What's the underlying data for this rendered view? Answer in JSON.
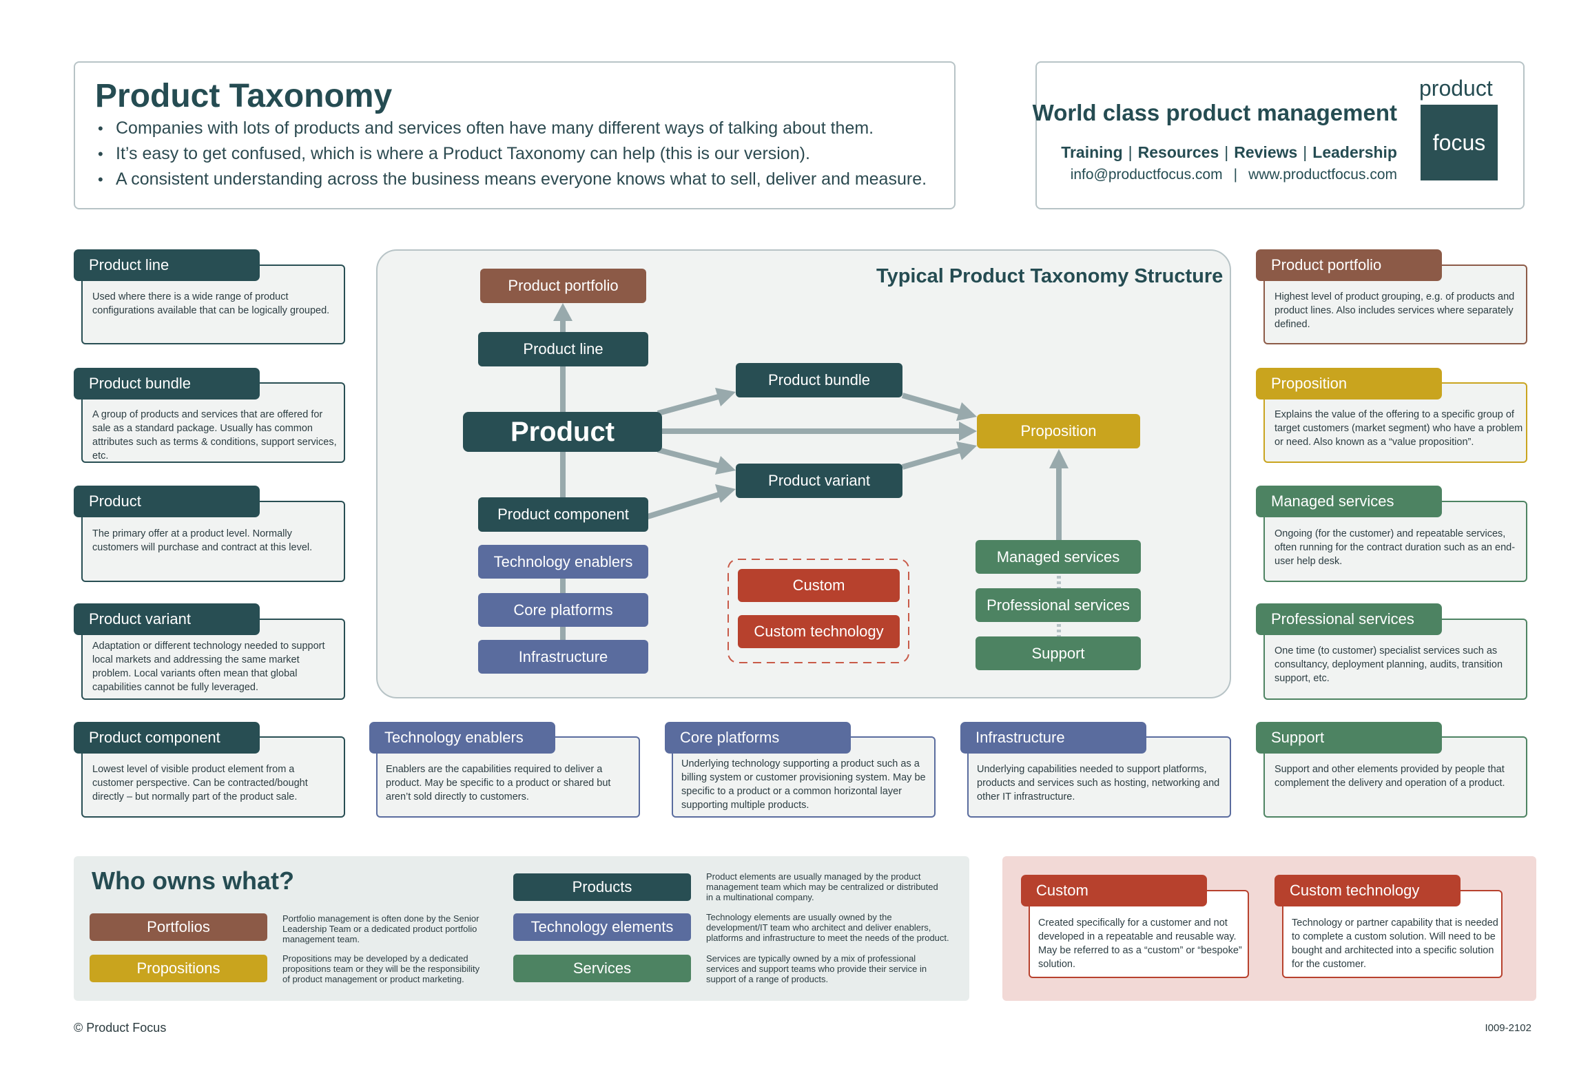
{
  "header": {
    "title": "Product Taxonomy",
    "bullets": [
      "Companies with lots of products and services often have many different ways of talking about them.",
      "It’s easy to get confused, which is where a Product Taxonomy can help (this is our version).",
      "A consistent understanding across the business means everyone knows what to sell, deliver and measure."
    ]
  },
  "brand": {
    "tagline": "World class product management",
    "links": [
      "Training",
      "Resources",
      "Reviews",
      "Leadership"
    ],
    "email": "info@productfocus.com",
    "website": "www.productfocus.com",
    "logo_top": "product",
    "logo_bottom": "focus"
  },
  "colors": {
    "dark_teal": "#284e53",
    "brown": "#8c5a47",
    "mustard": "#c9a41e",
    "green": "#4d8362",
    "blue": "#5a6c9e",
    "red": "#b7412d"
  },
  "definitions": {
    "product_line": {
      "title": "Product line",
      "text": "Used where there is a wide range of product configurations available that can be logically grouped."
    },
    "product_bundle": {
      "title": "Product bundle",
      "text": "A group of products and services that are offered for sale as a standard package. Usually has common attributes such as terms & conditions, support services, etc."
    },
    "product": {
      "title": "Product",
      "text": "The primary offer at a product level. Normally customers will purchase and contract at this level."
    },
    "product_variant": {
      "title": "Product variant",
      "text": "Adaptation or different technology needed to support local markets and addressing the same market problem. Local variants often mean that global capabilities cannot be fully leveraged."
    },
    "product_component": {
      "title": "Product component",
      "text": "Lowest level of visible product element from a customer perspective. Can be contracted/bought directly – but normally part of the product sale."
    },
    "technology_enablers": {
      "title": "Technology enablers",
      "text": "Enablers are the capabilities required to deliver a product. May be specific to a product or shared but aren’t sold directly to customers."
    },
    "core_platforms": {
      "title": "Core platforms",
      "text": "Underlying technology supporting a product such as a billing system or customer provisioning system. May be specific to a product or a common horizontal layer supporting multiple products."
    },
    "infrastructure": {
      "title": "Infrastructure",
      "text": "Underlying capabilities needed to support platforms, products and services such as hosting, networking and other IT infrastructure."
    },
    "product_portfolio": {
      "title": "Product portfolio",
      "text": "Highest level of product grouping, e.g. of products and product lines. Also includes services where separately defined."
    },
    "proposition": {
      "title": "Proposition",
      "text": "Explains the value of the offering to a specific group of target customers (market segment) who have a problem or need. Also known as a “value proposition”."
    },
    "managed_services": {
      "title": "Managed services",
      "text": "Ongoing (for the customer) and repeatable services, often running for the contract duration such as an end-user help desk."
    },
    "professional_services": {
      "title": "Professional services",
      "text": "One time (to customer) specialist services such as consultancy, deployment planning, audits, transition support, etc."
    },
    "support": {
      "title": "Support",
      "text": "Support and other elements provided by people that complement the delivery and operation of a product."
    }
  },
  "diagram": {
    "title": "Typical Product Taxonomy Structure",
    "nodes": {
      "product_portfolio": "Product portfolio",
      "product_line": "Product line",
      "product": "Product",
      "product_bundle": "Product bundle",
      "product_variant": "Product variant",
      "proposition": "Proposition",
      "product_component": "Product component",
      "technology_enablers": "Technology enablers",
      "core_platforms": "Core platforms",
      "infrastructure": "Infrastructure",
      "custom": "Custom",
      "custom_technology": "Custom technology",
      "managed_services": "Managed services",
      "professional_services": "Professional services",
      "support": "Support"
    }
  },
  "owners": {
    "title": "Who owns what?",
    "items": [
      {
        "label": "Portfolios",
        "text": "Portfolio management is often done by the Senior Leadership Team or a dedicated product portfolio management team."
      },
      {
        "label": "Propositions",
        "text": "Propositions may be developed by a dedicated propositions team or they will be the responsibility of product management or product marketing."
      },
      {
        "label": "Products",
        "text": "Product elements are usually managed by the product management team which may be centralized or distributed in a multinational company."
      },
      {
        "label": "Technology elements",
        "text": "Technology elements are usually owned by the development/IT team who architect and deliver enablers, platforms and infrastructure to meet the needs of the product."
      },
      {
        "label": "Services",
        "text": "Services are typically owned by a mix of professional services and support teams who provide their service in support of a range of products."
      }
    ]
  },
  "custom_defs": {
    "custom": {
      "title": "Custom",
      "text": "Created specifically for a customer and not developed in a repeatable and reusable way. May be referred to as a “custom” or “bespoke” solution."
    },
    "custom_technology": {
      "title": "Custom technology",
      "text": "Technology or partner capability that is needed to complete a custom solution. Will need to be bought and architected into a specific solution for the customer."
    }
  },
  "footer": {
    "copyright": "© Product Focus",
    "code": "I009-2102"
  }
}
